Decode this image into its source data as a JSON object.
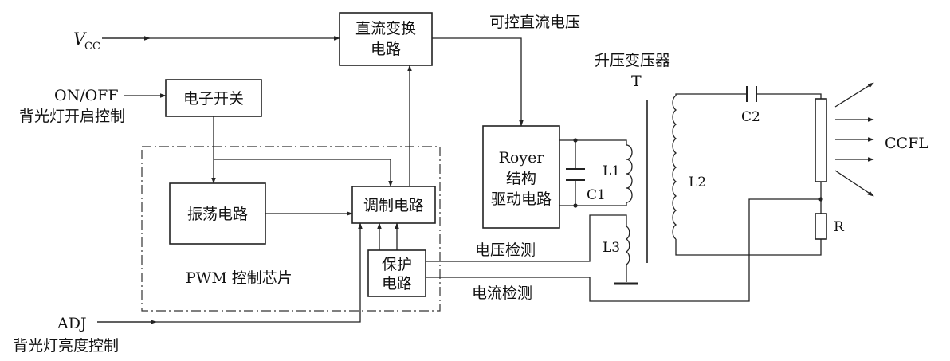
{
  "inputs": {
    "vcc_main": "V",
    "vcc_sub": "CC",
    "onoff": "ON/OFF",
    "onoff_desc": "背光灯开启控制",
    "adj": "ADJ",
    "adj_desc": "背光灯亮度控制"
  },
  "blocks": {
    "dc_converter_line1": "直流变换",
    "dc_converter_line2": "电路",
    "electronic_switch": "电子开关",
    "oscillator": "振荡电路",
    "modulator": "调制电路",
    "protection_line1": "保护",
    "protection_line2": "电路",
    "royer_line1": "Royer",
    "royer_line2": "结构",
    "royer_line3": "驱动电路"
  },
  "chip_label": "PWM 控制芯片",
  "signals": {
    "controlled_dc": "可控直流电压",
    "voltage_detect": "电压检测",
    "current_detect": "电流检测"
  },
  "transformer": {
    "title": "升压变压器",
    "symbol": "T"
  },
  "components": {
    "L1": "L1",
    "C1": "C1",
    "L2": "L2",
    "L3": "L3",
    "C2": "C2",
    "R": "R",
    "CCFL": "CCFL"
  }
}
